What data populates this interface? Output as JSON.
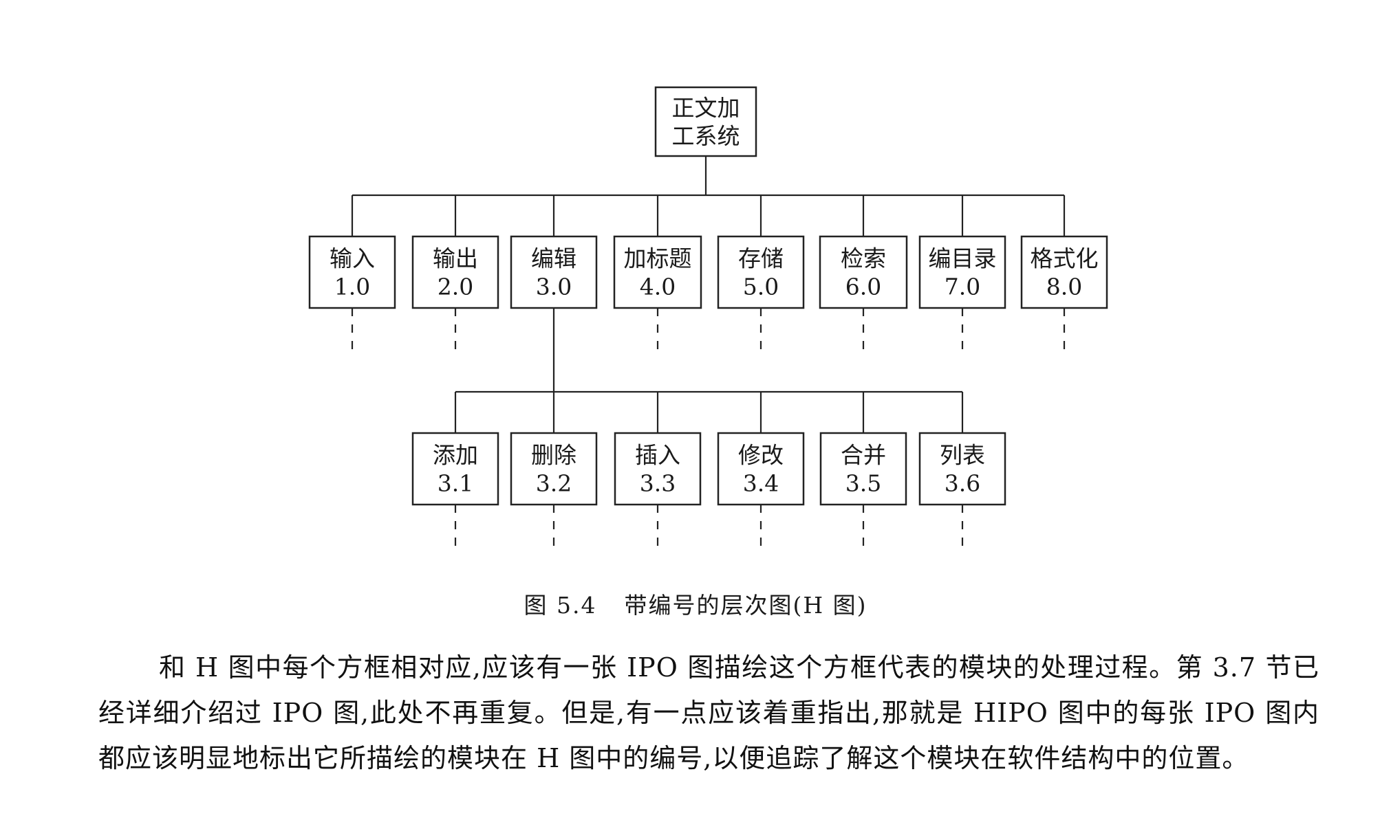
{
  "diagram": {
    "root": {
      "id": "root",
      "lines": [
        "正文加",
        "工系统"
      ]
    },
    "level1": [
      {
        "id": "input",
        "lines": [
          "输入",
          "1.0"
        ]
      },
      {
        "id": "output",
        "lines": [
          "输出",
          "2.0"
        ]
      },
      {
        "id": "edit",
        "lines": [
          "编辑",
          "3.0"
        ]
      },
      {
        "id": "title",
        "lines": [
          "加标题",
          "4.0"
        ]
      },
      {
        "id": "store",
        "lines": [
          "存储",
          "5.0"
        ]
      },
      {
        "id": "search",
        "lines": [
          "检索",
          "6.0"
        ]
      },
      {
        "id": "toc",
        "lines": [
          "编目录",
          "7.0"
        ]
      },
      {
        "id": "format",
        "lines": [
          "格式化",
          "8.0"
        ]
      }
    ],
    "level2_parent": "edit",
    "level2": [
      {
        "id": "add",
        "lines": [
          "添加",
          "3.1"
        ]
      },
      {
        "id": "delete",
        "lines": [
          "删除",
          "3.2"
        ]
      },
      {
        "id": "insert",
        "lines": [
          "插入",
          "3.3"
        ]
      },
      {
        "id": "modify",
        "lines": [
          "修改",
          "3.4"
        ]
      },
      {
        "id": "merge",
        "lines": [
          "合并",
          "3.5"
        ]
      },
      {
        "id": "list",
        "lines": [
          "列表",
          "3.6"
        ]
      }
    ]
  },
  "caption": {
    "number": "图 5.4",
    "text": "带编号的层次图(H 图)"
  },
  "body": {
    "paragraph": "和 H 图中每个方框相对应,应该有一张 IPO 图描绘这个方框代表的模块的处理过程。第 3.7 节已经详细介绍过 IPO 图,此处不再重复。但是,有一点应该着重指出,那就是 HIPO 图中的每张 IPO 图内都应该明显地标出它所描绘的模块在 H 图中的编号,以便追踪了解这个模块在软件结构中的位置。"
  }
}
